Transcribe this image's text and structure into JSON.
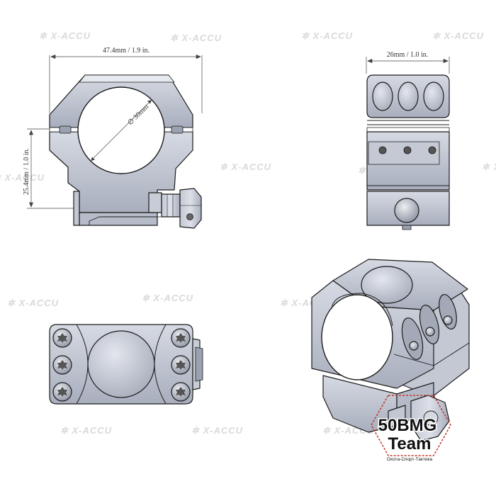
{
  "dimensions": {
    "width": "47.4mm / 1.9 in.",
    "depth": "26mm / 1.0 in.",
    "height": "25.4mm / 1.0 in.",
    "diameter": "∅ 30mm"
  },
  "watermark": "✲ X-ACCU",
  "logo": {
    "line1": "50BMG",
    "line2": "Team",
    "tagline": "Охота-Спорт-Тактика"
  },
  "colors": {
    "metal": "#b9bfcc",
    "metal_light": "#d4d8e2",
    "metal_dark": "#8e95a6",
    "outline": "#1c1c1c",
    "logo_red": "#c0392b"
  }
}
